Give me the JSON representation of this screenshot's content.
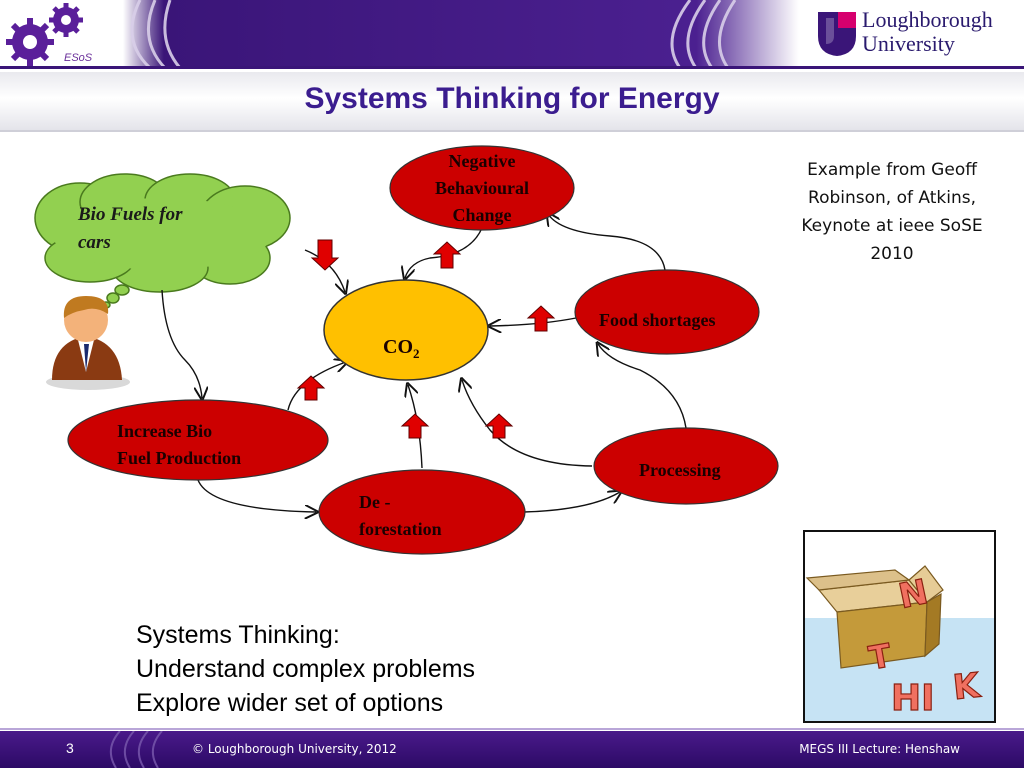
{
  "header": {
    "logo_label": "ESoS",
    "university_line1": "Loughborough",
    "university_line2": "University",
    "brand_color": "#3a1578"
  },
  "title": "Systems Thinking for Energy",
  "diagram": {
    "cloud": {
      "line1": "Bio Fuels for",
      "line2": "cars",
      "color": "#8fd84a"
    },
    "nodes": {
      "co2": {
        "text": "CO",
        "subscript": "2",
        "color": "#ffc000"
      },
      "negative": {
        "line1": "Negative",
        "line2": "Behavioural",
        "line3": "Change",
        "color": "#cc0000"
      },
      "food": {
        "text": "Food shortages",
        "color": "#cc0000"
      },
      "increase": {
        "line1": "Increase Bio",
        "line2": "Fuel Production",
        "color": "#cc0000"
      },
      "deforest": {
        "line1": "De -",
        "line2": "forestation",
        "color": "#cc0000"
      },
      "processing": {
        "text": "Processing",
        "color": "#cc0000"
      }
    },
    "arrows": {
      "cloud_to_co2": "down",
      "negative_to_co2": "up",
      "food_to_co2": "up",
      "increase_to_co2": "up",
      "deforest_to_co2": "up",
      "processing_to_co2": "up"
    }
  },
  "example_text": {
    "line1": "Example from Geoff",
    "line2": "Robinson, of Atkins,",
    "line3": "Keynote at ieee SoSE",
    "line4": "2010"
  },
  "bullets": [
    "Systems Thinking:",
    "Understand complex problems",
    "Explore wider set of options"
  ],
  "think_image": {
    "letters": [
      "N",
      "T",
      "HI",
      "K"
    ]
  },
  "footer": {
    "slide_number": "3",
    "copyright": "© Loughborough University, 2012",
    "lecture": "MEGS III Lecture: Henshaw"
  }
}
